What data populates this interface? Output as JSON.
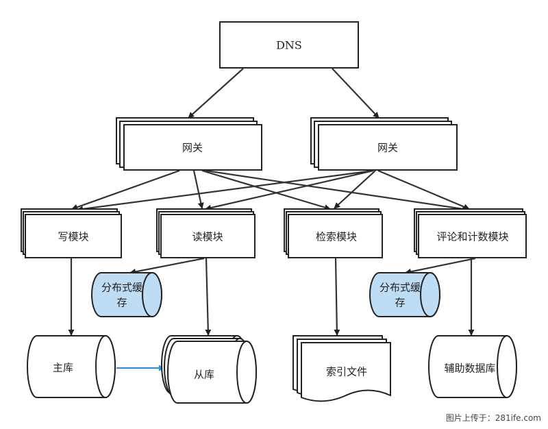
{
  "nodes": {
    "dns": "DNS",
    "gateway_left": "网关",
    "gateway_right": "网关",
    "write_module": "写模块",
    "read_module": "读模块",
    "search_module": "检索模块",
    "comment_count_module": "评论和计数模块",
    "cache_left_line1": "分布式缓",
    "cache_left_line2": "存",
    "cache_right_line1": "分布式缓",
    "cache_right_line2": "存",
    "master_db": "主库",
    "slave_db": "从库",
    "index_file": "索引文件",
    "aux_db": "辅助数据库"
  },
  "colors": {
    "cache_fill": "#bfdcf5",
    "replication_arrow": "#2f8fe6",
    "stroke": "#222222"
  },
  "watermark": "图片上传于：281ife.com"
}
